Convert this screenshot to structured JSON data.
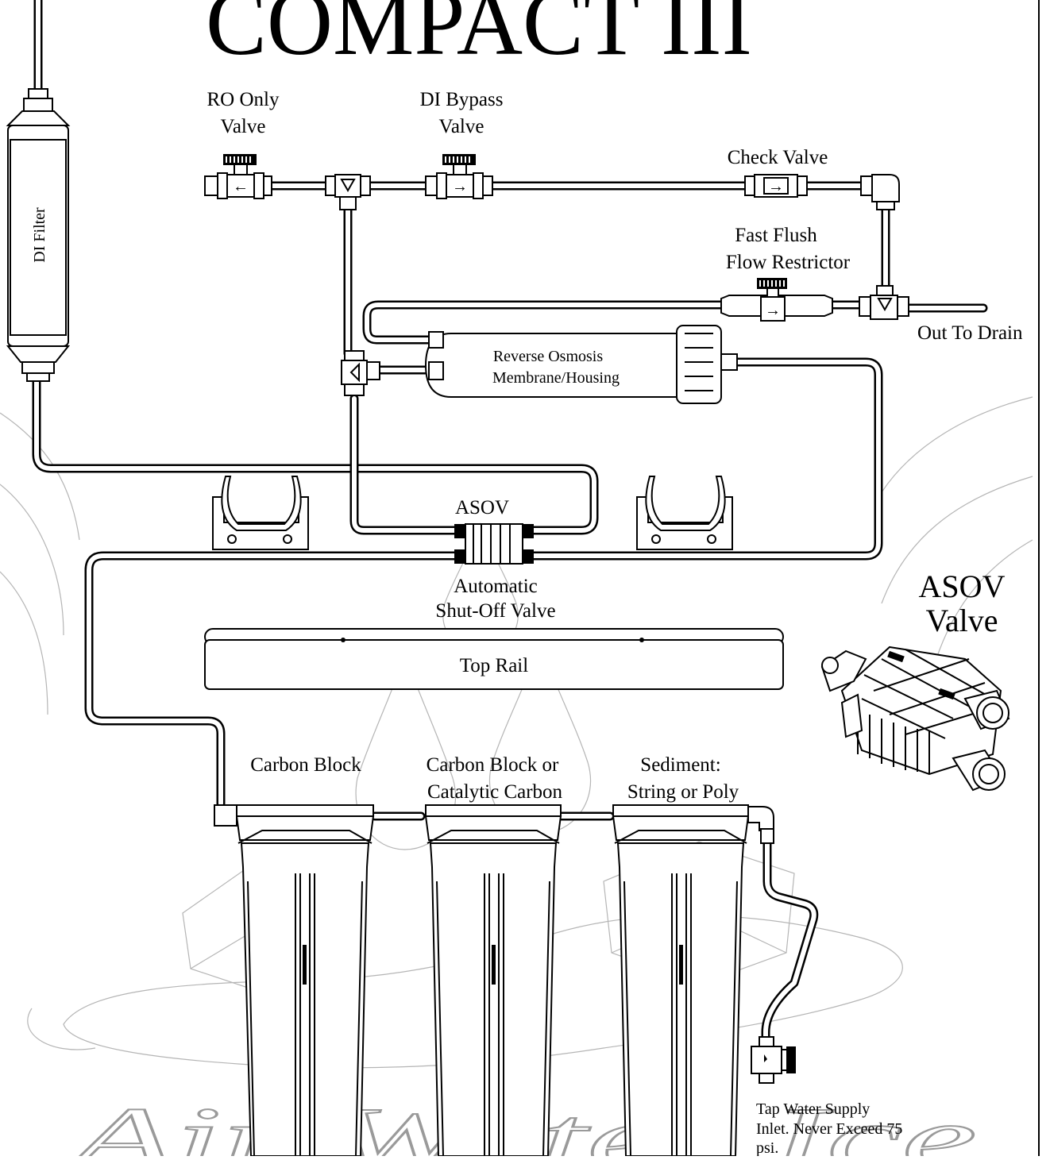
{
  "title": "COMPACT III",
  "labels": {
    "di_filter": "DI Filter",
    "ro_only_valve": [
      "RO Only",
      "Valve"
    ],
    "di_bypass_valve": [
      "DI Bypass",
      "Valve"
    ],
    "check_valve": "Check Valve",
    "fast_flush": [
      "Fast Flush",
      "Flow Restrictor"
    ],
    "out_to_drain": "Out To Drain",
    "ro_membrane": [
      "Reverse Osmosis",
      "Membrane/Housing"
    ],
    "asov": "ASOV",
    "automatic_shutoff": [
      "Automatic",
      "Shut-Off Valve"
    ],
    "top_rail": "Top Rail",
    "carbon_block": "Carbon Block",
    "carbon_block_or_catalytic": [
      "Carbon Block or",
      "Catalytic Carbon"
    ],
    "sediment": [
      "Sediment:",
      "String or Poly"
    ],
    "asov_valve": [
      "ASOV",
      "Valve"
    ],
    "tap_water": [
      "Tap Water Supply",
      "Inlet. Never Exceed 75",
      "psi."
    ]
  },
  "flow_arrows": {
    "ro_only": "←",
    "di_bypass": "→",
    "check": "→",
    "fast_flush": "→"
  },
  "watermark": "Air Water Ice",
  "colors": {
    "line": "#000000",
    "background": "#ffffff",
    "watermark": "#b5b5b5"
  }
}
